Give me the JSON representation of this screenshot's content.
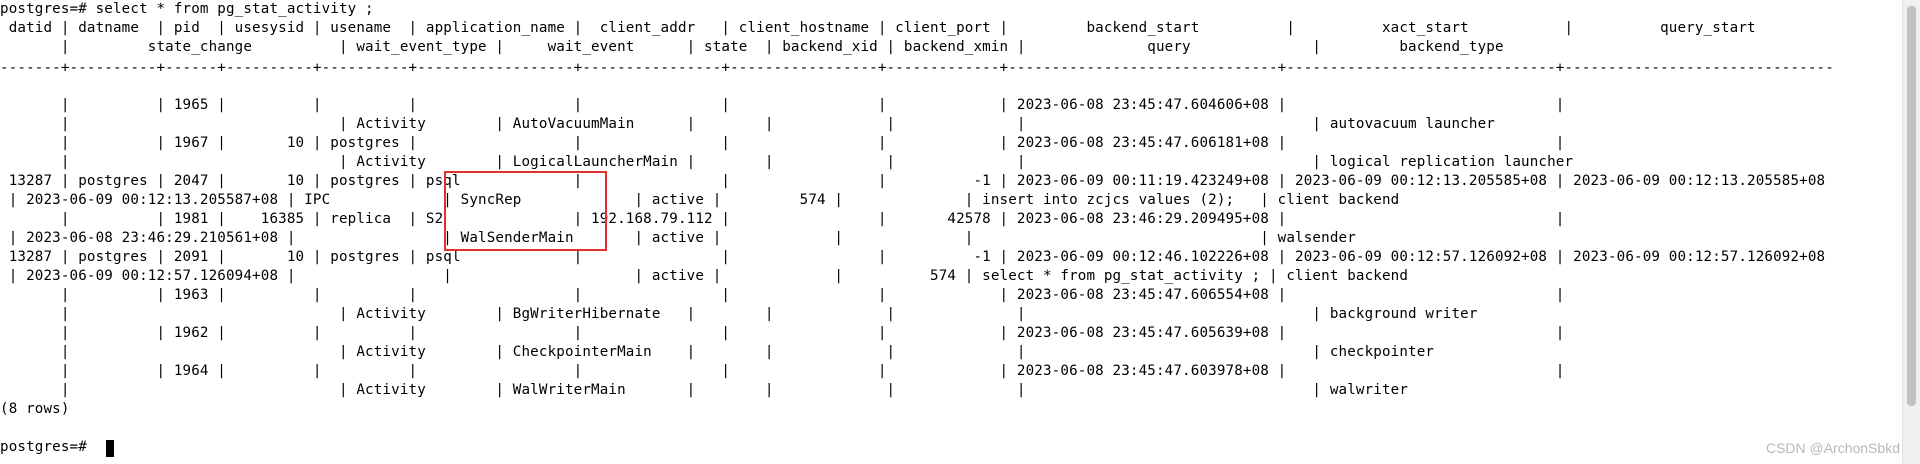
{
  "terminal": {
    "lines": [
      "postgres=# select * from pg_stat_activity ;",
      " datid | datname  | pid  | usesysid | usename  | application_name |  client_addr   | client_hostname | client_port |         backend_start          |          xact_start           |          query_start",
      "       |         state_change          | wait_event_type |     wait_event      | state  | backend_xid | backend_xmin |              query              |         backend_type",
      "-------+----------+------+----------+----------+------------------+----------------+-----------------+-------------+-------------------------------+-------------------------------+-------------------------------",
      "       |          | 1965 |          |          |                  |                |                 |             | 2023-06-08 23:45:47.604606+08 |                               |",
      "       |                               | Activity        | AutoVacuumMain      |        |             |              |                                 | autovacuum launcher",
      "       |          | 1967 |       10 | postgres |                  |                |                 |             | 2023-06-08 23:45:47.606181+08 |                               |",
      "       |                               | Activity        | LogicalLauncherMain |        |             |              |                                 | logical replication launcher",
      " 13287 | postgres | 2047 |       10 | postgres | psql             |                |                 |          -1 | 2023-06-09 00:11:19.423249+08 | 2023-06-09 00:12:13.205585+08 | 2023-06-09 00:12:13.205585+08",
      " | 2023-06-09 00:12:13.205587+08 | IPC             | SyncRep             | active |         574 |              | insert into zcjcs values (2);   | client backend",
      "       |          | 1981 |    16385 | replica  | S2               | 192.168.79.112 |                 |       42578 | 2023-06-08 23:46:29.209495+08 |                               |",
      " | 2023-06-08 23:46:29.210561+08 |                 | WalSenderMain       | active |             |              |                                 | walsender",
      " 13287 | postgres | 2091 |       10 | postgres | psql             |                |                 |          -1 | 2023-06-09 00:12:46.102226+08 | 2023-06-09 00:12:57.126092+08 | 2023-06-09 00:12:57.126092+08",
      " | 2023-06-09 00:12:57.126094+08 |                 |                     | active |             |          574 | select * from pg_stat_activity ; | client backend",
      "       |          | 1963 |          |          |                  |                |                 |             | 2023-06-08 23:45:47.606554+08 |                               |",
      "       |                               | Activity        | BgWriterHibernate   |        |             |              |                                 | background writer",
      "       |          | 1962 |          |          |                  |                |                 |             | 2023-06-08 23:45:47.605639+08 |                               |",
      "       |                               | Activity        | CheckpointerMain    |        |             |              |                                 | checkpointer",
      "       |          | 1964 |          |          |                  |                |                 |             | 2023-06-08 23:45:47.603978+08 |                               |",
      "       |                               | Activity        | WalWriterMain       |        |             |              |                                 | walwriter",
      "(8 rows)",
      "",
      "postgres=# "
    ]
  },
  "watermark": "CSDN @ArchonSbkd",
  "colors": {
    "background": "#ffffff",
    "text": "#000000",
    "highlight": "#e03030"
  }
}
